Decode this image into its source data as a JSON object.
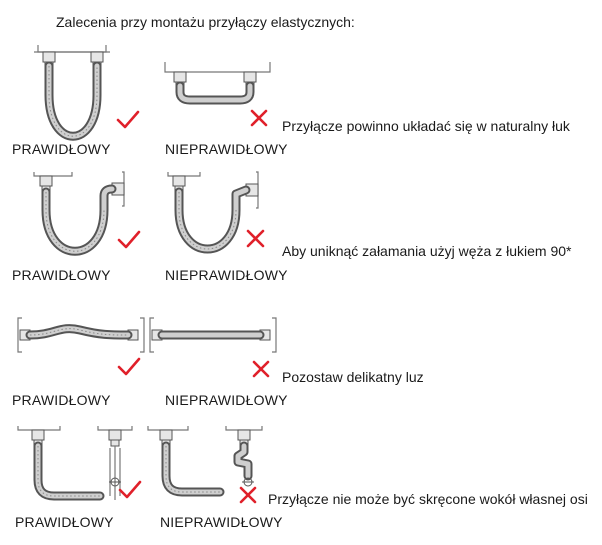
{
  "title": "Zalecenia przy montażu przyłączy elastycznych:",
  "rows": [
    {
      "correct_label": "PRAWIDŁOWY",
      "incorrect_label": "NIEPRAWIDŁOWY",
      "note": "Przyłącze powinno układać się w naturalny łuk"
    },
    {
      "correct_label": "PRAWIDŁOWY",
      "incorrect_label": "NIEPRAWIDŁOWY",
      "note": "Aby uniknąć załamania użyj węża z łukiem 90*"
    },
    {
      "correct_label": "PRAWIDŁOWY",
      "incorrect_label": "NIEPRAWIDŁOWY",
      "note": "Pozostaw delikatny luz"
    },
    {
      "correct_label": "PRAWIDŁOWY",
      "incorrect_label": "NIEPRAWIDŁOWY",
      "note": "Przyłącze nie może być skręcone wokół własnej osi"
    }
  ],
  "colors": {
    "mark": "#e0202a",
    "pipe": "#555555",
    "text": "#1a1a1a"
  },
  "icons": {
    "correct": "check-icon",
    "incorrect": "cross-icon"
  }
}
